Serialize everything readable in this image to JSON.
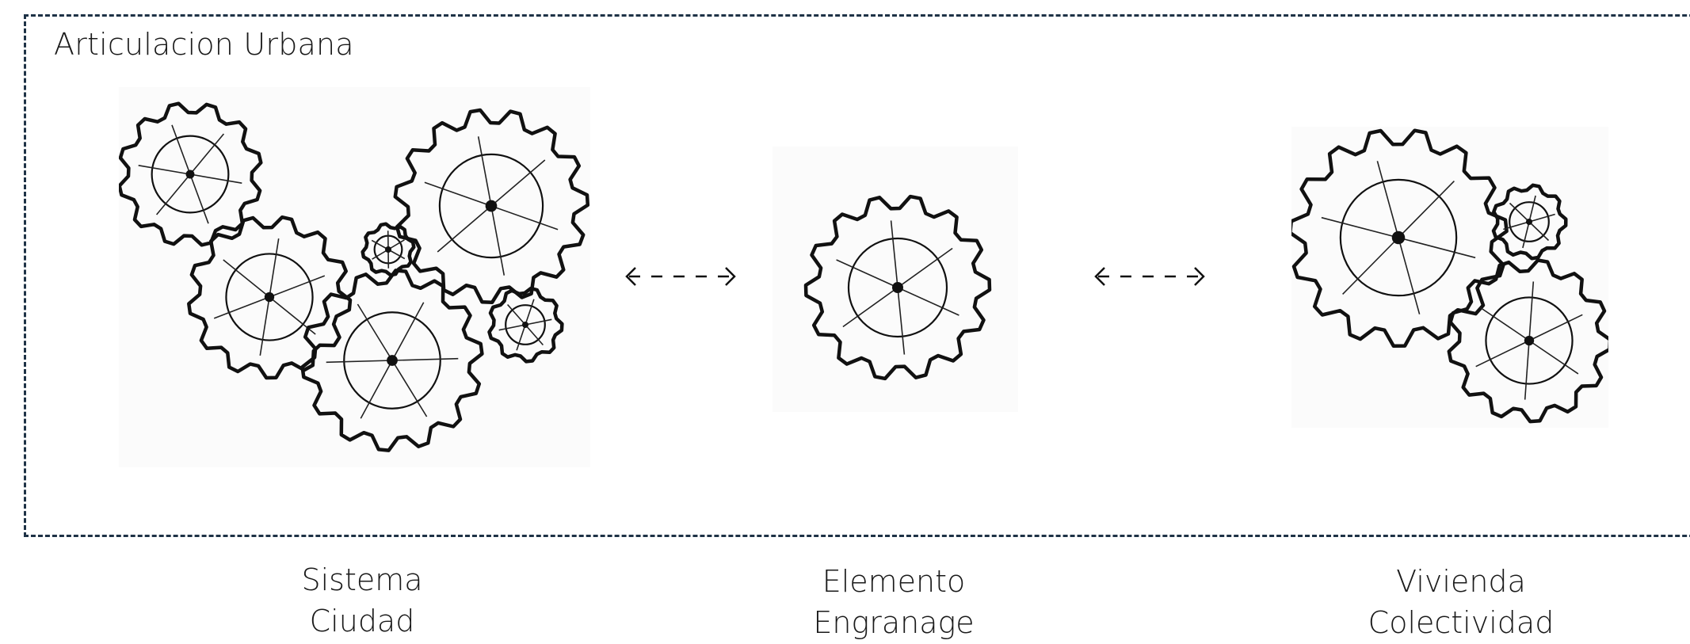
{
  "frame": {
    "title": "Articulacion Urbana"
  },
  "captions": {
    "sistema": {
      "line1": "Sistema",
      "line2": "Ciudad"
    },
    "elemento": {
      "line1": "Elemento",
      "line2": "Engranage"
    },
    "vivienda": {
      "line1": "Vivienda",
      "line2": "Colectividad"
    }
  },
  "arrows": {
    "glyph": "double-headed-dashed-arrow"
  },
  "icons": [
    "gear-cluster-sketch",
    "single-gear-sketch",
    "three-gear-sketch"
  ]
}
